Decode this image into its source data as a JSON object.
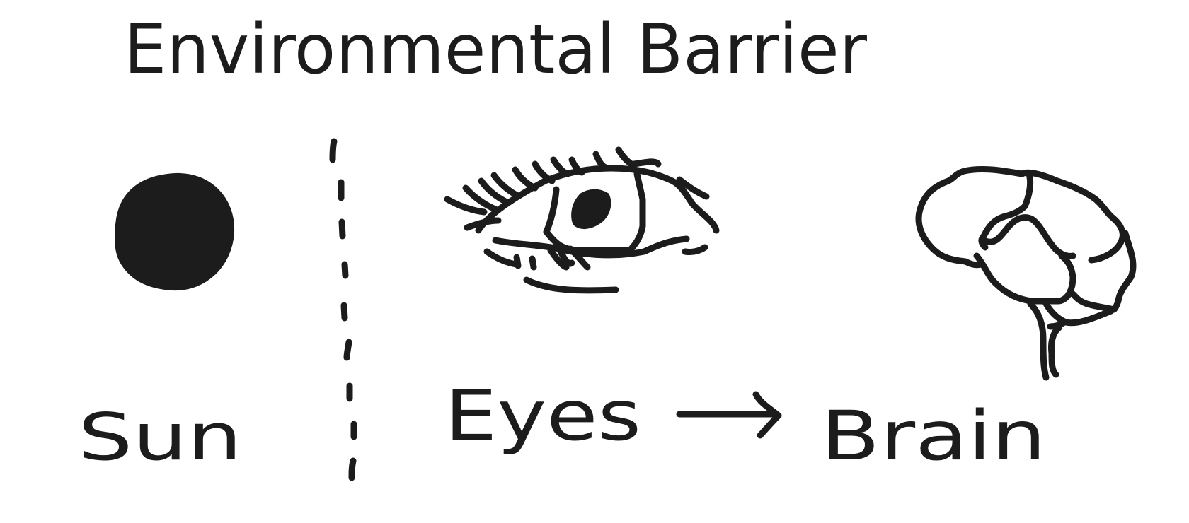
{
  "title": "Environmental Barrier",
  "nodes": {
    "source": {
      "label": "Sun",
      "icon": "sun-icon"
    },
    "receptor": {
      "label": "Eyes",
      "icon": "eye-icon"
    },
    "processor": {
      "label": "Brain",
      "icon": "brain-icon"
    }
  },
  "connectors": {
    "barrier": {
      "style": "dashed",
      "icon": "dashed-barrier-line"
    },
    "flow": {
      "from": "Eyes",
      "to": "Brain",
      "icon": "right-arrow-icon"
    }
  },
  "colors": {
    "ink": "#1c1c1c",
    "background": "#ffffff"
  }
}
